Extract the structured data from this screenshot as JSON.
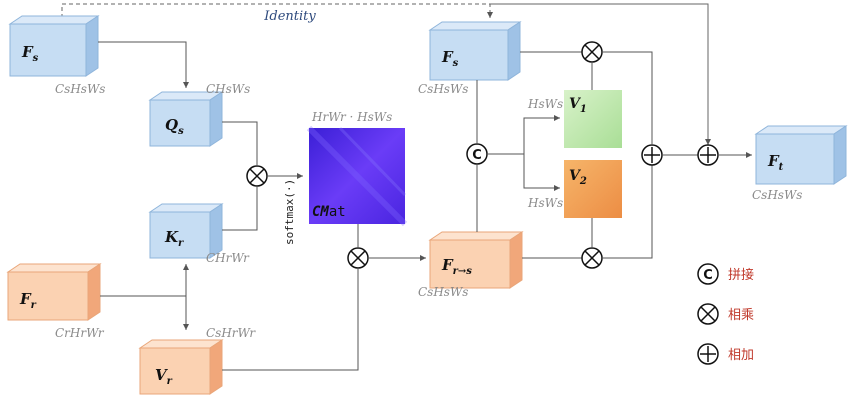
{
  "identity_label": "Identity",
  "blocks": {
    "fs_left": {
      "label": "F",
      "sub": "s",
      "dims": "CsHsWs"
    },
    "qs": {
      "label": "Q",
      "sub": "s",
      "dims": "CHsWs"
    },
    "kr": {
      "label": "K",
      "sub": "r",
      "dims": "CHrWr"
    },
    "fr": {
      "label": "F",
      "sub": "r",
      "dims": "CrHrWr"
    },
    "vr": {
      "label": "V",
      "sub": "r",
      "dims": "CsHrWr"
    },
    "fs_right": {
      "label": "F",
      "sub": "s",
      "dims": "CsHsWs"
    },
    "frs": {
      "label": "F",
      "sub": "r→s",
      "dims": "CsHsWs"
    },
    "ft": {
      "label": "F",
      "sub": "t",
      "dims": "CsHsWs"
    }
  },
  "cmat": {
    "top_label": "HrWr · HsWs",
    "label_bold": "CM",
    "label_rest": "at",
    "side_label": "softmax(·)"
  },
  "v1": {
    "label": "V",
    "sub": "1",
    "dims": "HsWs"
  },
  "v2": {
    "label": "V",
    "sub": "2",
    "dims": "HsWs"
  },
  "ops": {
    "concat": "C",
    "mul": "⊗",
    "add": "⊕"
  },
  "legend": [
    {
      "symbol": "C",
      "text": "拼接"
    },
    {
      "symbol": "⊗",
      "text": "相乘"
    },
    {
      "symbol": "⊕",
      "text": "相加"
    }
  ],
  "colors": {
    "blue_face": "#c6ddf3",
    "blue_side": "#9fc2e6",
    "orange_face": "#fbd2b2",
    "orange_side": "#f1a77a",
    "cmat": "#5b2cf0",
    "v1": "#bfeab0",
    "v2": "#f3a35a",
    "legend_text": "#c0392b",
    "identity": "#2e4a7d"
  }
}
